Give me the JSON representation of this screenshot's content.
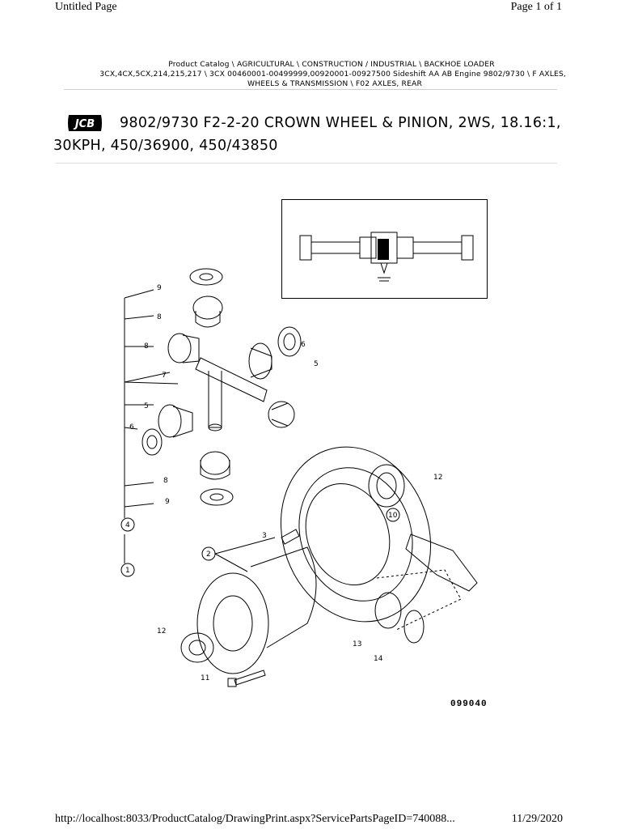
{
  "header": {
    "window_title": "Untitled Page",
    "page_indicator": "Page 1 of 1"
  },
  "breadcrumb": {
    "line1": "Product Catalog  \\  AGRICULTURAL  \\  CONSTRUCTION / INDUSTRIAL  \\  BACKHOE LOADER",
    "line2": "3CX,4CX,5CX,214,215,217  \\ 3CX 00460001-00499999,00920001-00927500 Sideshift AA AB Engine 9802/9730  \\  F AXLES,",
    "line3": "WHEELS & TRANSMISSION  \\  F02 AXLES, REAR"
  },
  "logo": {
    "text": "JCB",
    "color": "#000000"
  },
  "title": "9802/9730 F2-2-20 CROWN WHEEL & PINION, 2WS, 18.16:1, 30KPH, 450/36900, 450/43850",
  "diagram": {
    "callouts": [
      "9",
      "8",
      "8",
      "7",
      "5",
      "6",
      "6",
      "5",
      "8",
      "9",
      "4",
      "3",
      "2",
      "1",
      "12",
      "10",
      "12",
      "11",
      "13",
      "14"
    ],
    "drawing_number": "099040"
  },
  "footer": {
    "url": "http://localhost:8033/ProductCatalog/DrawingPrint.aspx?ServicePartsPageID=740088...",
    "date": "11/29/2020"
  }
}
